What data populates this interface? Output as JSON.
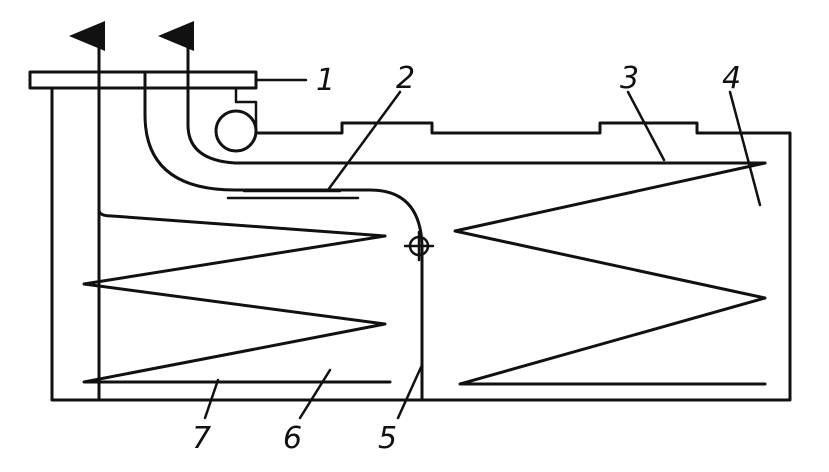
{
  "diagram": {
    "labels": [
      {
        "id": "label-1",
        "text": "1"
      },
      {
        "id": "label-2",
        "text": "2"
      },
      {
        "id": "label-3",
        "text": "3"
      },
      {
        "id": "label-4",
        "text": "4"
      },
      {
        "id": "label-5",
        "text": "5"
      },
      {
        "id": "label-6",
        "text": "6"
      },
      {
        "id": "label-7",
        "text": "7"
      }
    ]
  }
}
